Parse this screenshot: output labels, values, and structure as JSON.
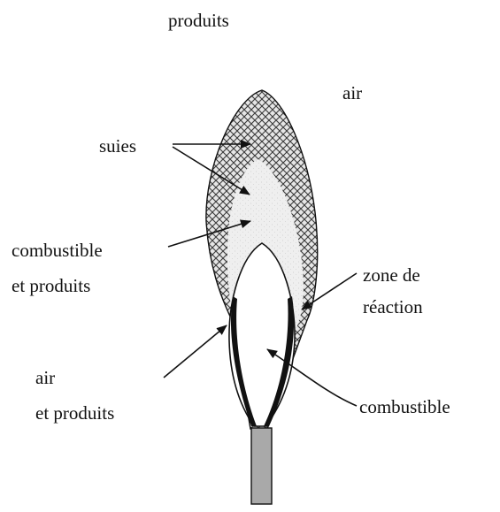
{
  "labels": {
    "produits": "produits",
    "air_top": "air",
    "suies": "suies",
    "combustible_produits_1": "combustible",
    "combustible_produits_2": "et produits",
    "zone_reaction_1": "zone de",
    "zone_reaction_2": "réaction",
    "air_produits_1": "air",
    "air_produits_2": "et produits",
    "combustible": "combustible"
  },
  "colors": {
    "ink": "#111111",
    "soot_fill": "#e6e6e6",
    "soot_hatch": "#3a3a3a",
    "bright_zone": "#efefef",
    "fuel_core": "#ffffff",
    "wick": "#a9a9a9"
  }
}
